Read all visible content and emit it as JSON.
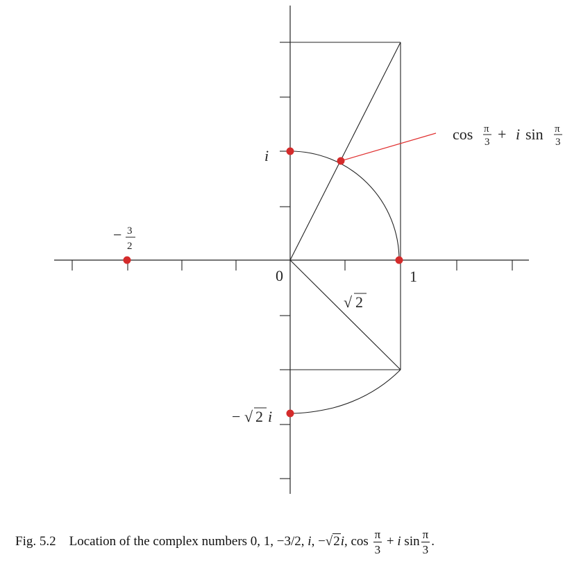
{
  "labels": {
    "origin": "0",
    "one": "1",
    "i": "i",
    "neg_three_halves": {
      "sign": "−",
      "numerator": "3",
      "denominator": "2"
    },
    "sqrt2": {
      "radical": "√",
      "radicand": "2"
    },
    "neg_sqrt2_i": {
      "sign": "−",
      "radical": "√",
      "radicand": "2",
      "unit": "i"
    },
    "cos_expr": {
      "cos": "cos",
      "pi": "π",
      "three": "3",
      "plus": "+",
      "i": "i",
      "sin": "sin"
    }
  },
  "points": [
    {
      "name": "zero",
      "re": 0,
      "im": 0
    },
    {
      "name": "one",
      "re": 1,
      "im": 0
    },
    {
      "name": "neg_three_halves",
      "re": -1.5,
      "im": 0
    },
    {
      "name": "i",
      "re": 0,
      "im": 1
    },
    {
      "name": "neg_sqrt2_i",
      "re": 0,
      "im": -1.4142
    },
    {
      "name": "cos_pi3_plus_i_sin_pi3",
      "re": 0.5,
      "im": 0.866
    }
  ],
  "colors": {
    "point": "#d42b2b",
    "leader": "#e03030",
    "line": "#222222"
  },
  "caption": {
    "prefix": "Fig. 5.2",
    "text": "Location of the complex numbers 0, 1, −3/2,",
    "i": "i",
    "comma": ",",
    "neg": "−",
    "radicand": "2",
    "i2": "i",
    "comma2": ",",
    "cos": "cos",
    "pi": "π",
    "three": "3",
    "plus": "+",
    "i3": "i",
    "sin": "sin",
    "pi2": "π",
    "three2": "3",
    "end": "."
  }
}
